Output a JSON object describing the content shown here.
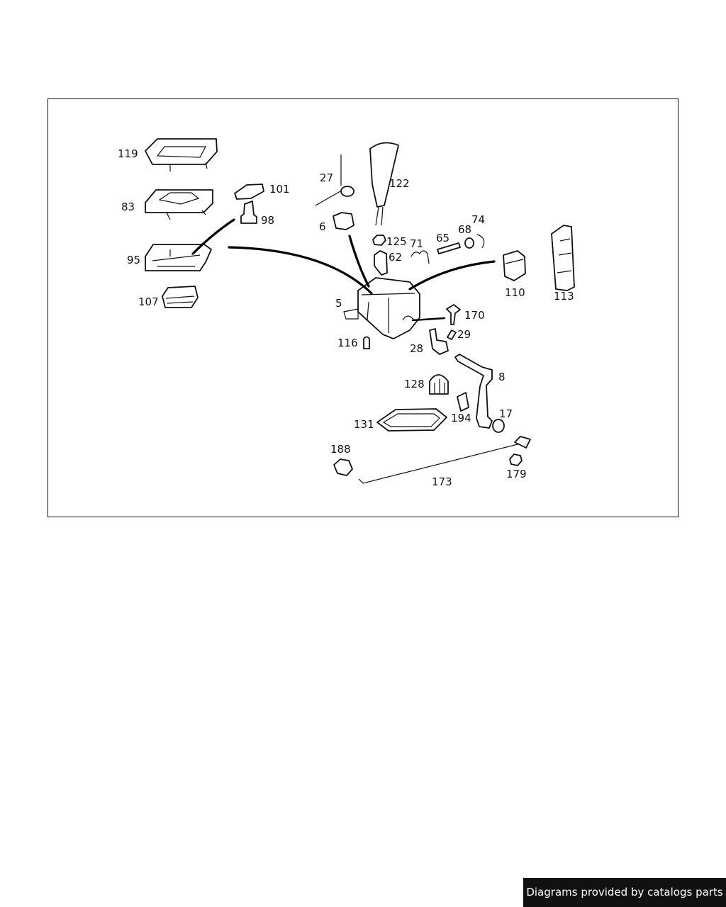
{
  "diagram": {
    "labels": {
      "p119": "119",
      "p83": "83",
      "p101": "101",
      "p98": "98",
      "p95": "95",
      "p107": "107",
      "p27": "27",
      "p122": "122",
      "p6": "6",
      "p125": "125",
      "p62": "62",
      "p71": "71",
      "p65": "65",
      "p68": "68",
      "p74": "74",
      "p110": "110",
      "p113": "113",
      "p5": "5",
      "p170": "170",
      "p29": "29",
      "p116": "116",
      "p28": "28",
      "p8": "8",
      "p128": "128",
      "p194": "194",
      "p17": "17",
      "p131": "131",
      "p188": "188",
      "p173": "173",
      "p179": "179"
    }
  },
  "footer": {
    "credit": "Diagrams provided by catalogs parts"
  }
}
